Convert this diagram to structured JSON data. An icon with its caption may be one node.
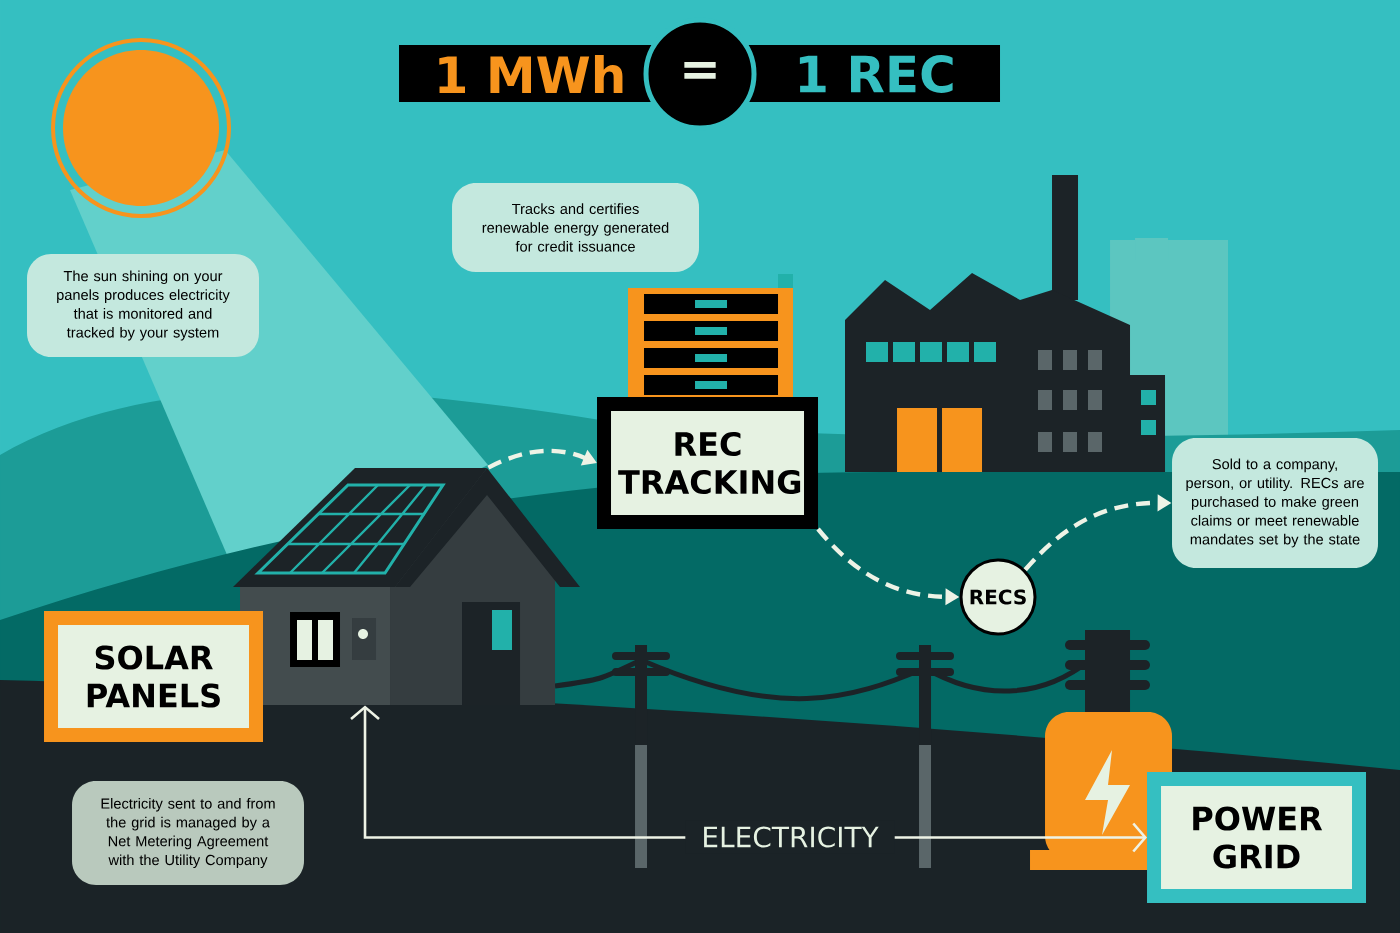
{
  "diagram": {
    "nodes": [
      {
        "text": [],
        "shape": "picture"
      },
      {
        "text": [
          "SOLAR PANELS"
        ]
      },
      {
        "text": [
          "REC TRACKING"
        ]
      },
      {
        "text": [
          "RECS"
        ]
      },
      {
        "text": [
          "POWER GRID"
        ]
      },
      {
        "text": [
          "The sun shining on your panels produces electricity that is monitored and tracked by your system"
        ]
      },
      {
        "text": [
          "Tracks and certifies renewable energy generated for credit issuance"
        ]
      },
      {
        "text": [
          "Sold to a company, person, or utility. RECs are purchased to make green claims or meet renewable mandates set by the state"
        ]
      },
      {
        "text": [
          "Electricity sent to and from the grid is managed by a Net Metering Agreement with the Utility Company"
        ]
      }
    ],
    "edges": [
      {
        "from": 0,
        "to": 2,
        "arrow": "to",
        "style": "dashed"
      },
      {
        "from": 2,
        "to": 3,
        "arrow": "to",
        "style": "dashed"
      },
      {
        "from": 3,
        "to": 7,
        "arrow": "to",
        "style": "dashed"
      },
      {
        "from": 4,
        "to": 0,
        "arrow": "both",
        "label": "ELECTRICITY"
      }
    ],
    "labels": [
      "1 MWh",
      "=",
      "1 REC"
    ]
  }
}
